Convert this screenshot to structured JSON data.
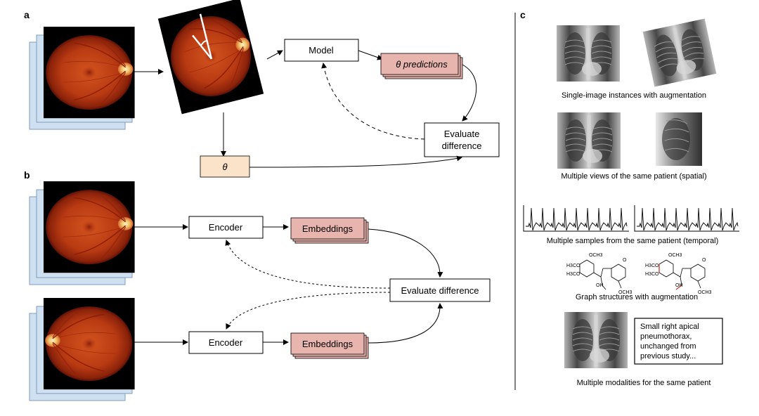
{
  "panels": {
    "a": "a",
    "b": "b",
    "c": "c"
  },
  "panel_a": {
    "model": "Model",
    "theta_predictions": "θ predictions",
    "evaluate_line1": "Evaluate",
    "evaluate_line2": "difference",
    "theta": "θ"
  },
  "panel_b": {
    "encoder_top": "Encoder",
    "embeddings_top": "Embeddings",
    "evaluate": "Evaluate difference",
    "encoder_bottom": "Encoder",
    "embeddings_bottom": "Embeddings"
  },
  "panel_c": {
    "caption_1": "Single-image instances with augmentation",
    "caption_2": "Multiple views of the same patient (spatial)",
    "caption_3": "Multiple samples from the same patient (temporal)",
    "caption_4": "Graph structures with augmentation",
    "caption_5": "Multiple modalities for the same patient",
    "report_line1": "Small right apical",
    "report_line2": "pneumothorax,",
    "report_line3": "unchanged from",
    "report_line4": "previous study...",
    "mol_och3_top": "OCH3",
    "mol_h3co_a": "H3CO",
    "mol_h3co_b": "H3CO",
    "mol_oh": "OH",
    "mol_o": "O",
    "mol_och3_bot": "OCH3"
  },
  "colors": {
    "box_border": "#000000",
    "embeddings_fill": "#e8b5ae",
    "theta_fill": "#fbe3c9",
    "stack_fill": "#cfe0f1",
    "stack_border": "#7f9bbd",
    "fundus_center": "#d4541e",
    "fundus_edge": "#6e1407",
    "ecg_trace": "#000000",
    "mol_highlight": "#c0392b"
  },
  "icons": [
    "fundus-image-icon",
    "chest-xray-icon",
    "lateral-xray-icon",
    "ecg-icon",
    "molecule-icon"
  ]
}
